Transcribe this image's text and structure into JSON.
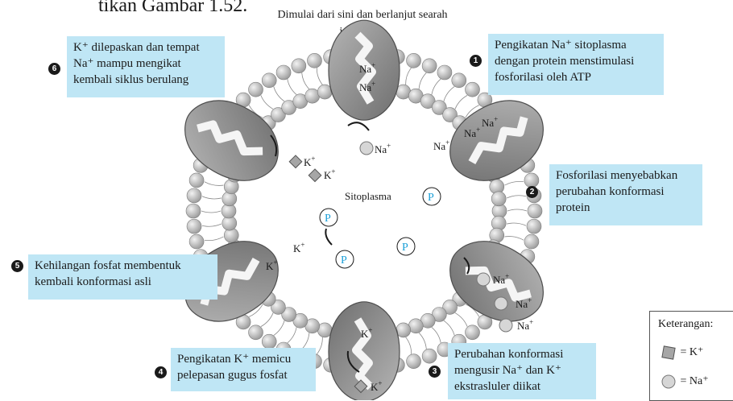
{
  "caption_fragment": "tikan Gambar 1.52.",
  "start_note": "Dimulai dari sini dan berlanjut searah jarum jam",
  "center_label": "Sitoplasma",
  "ion_labels": {
    "na": "Na",
    "k": "K",
    "charge": "+",
    "phosphate": "P"
  },
  "stages": [
    {
      "number": "1",
      "text": "Pengikatan Na⁺ sitoplasma dengan protein menstimulasi fosforilasi oleh ATP"
    },
    {
      "number": "2",
      "text": "Fosforilasi menyebabkan perubahan konformasi protein"
    },
    {
      "number": "3",
      "text": "Perubahan konformasi mengusir Na⁺ dan K⁺ ekstrasluler diikat"
    },
    {
      "number": "4",
      "text": "Pengikatan K⁺ memicu pelepasan gugus fosfat"
    },
    {
      "number": "5",
      "text": "Kehilangan fosfat membentuk kembali konformasi asli"
    },
    {
      "number": "6",
      "text": "K⁺ dilepaskan dan tempat Na⁺ mampu mengikat kembali siklus berulang"
    }
  ],
  "legend": {
    "title": "Keterangan:",
    "k_entry": "= K⁺",
    "na_entry": "= Na⁺"
  },
  "colors": {
    "label_box": "#bfe6f5",
    "protein": "#8c8c8c",
    "membrane_bead": "#c9c9c9",
    "phosphate": "#1a9fd8"
  }
}
